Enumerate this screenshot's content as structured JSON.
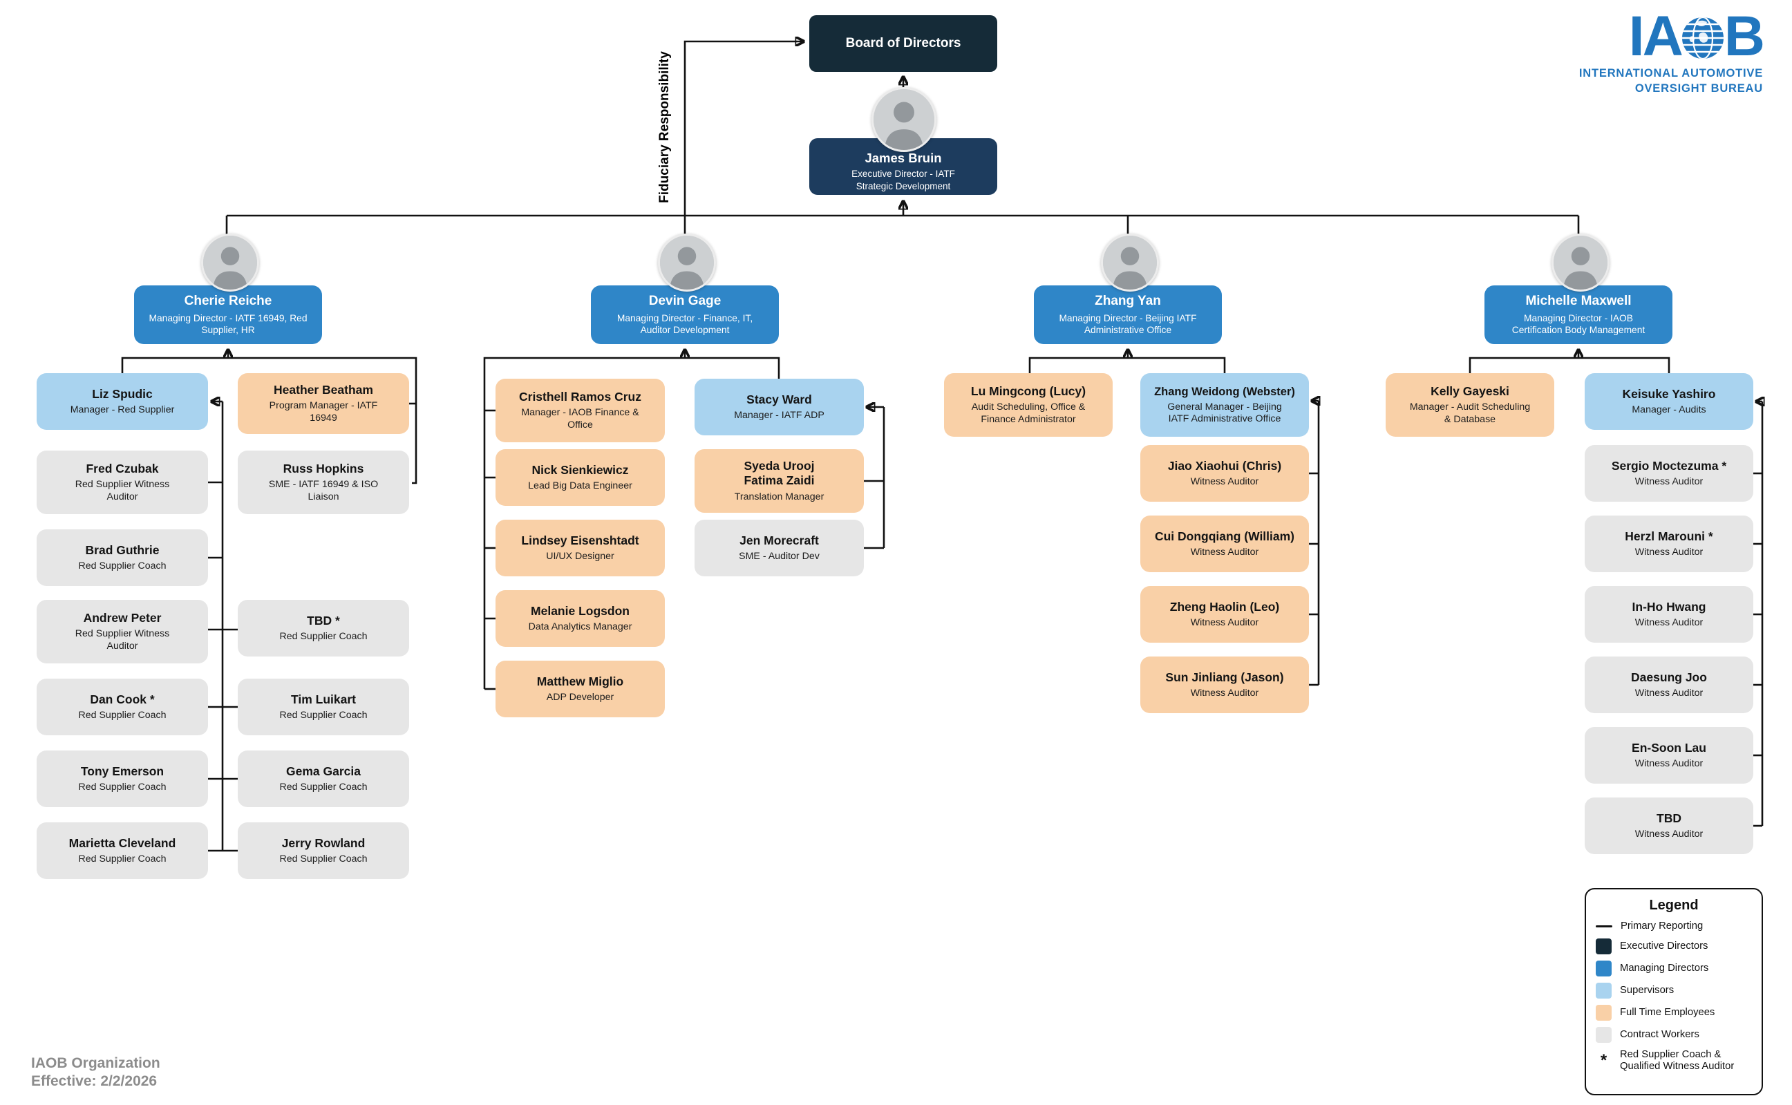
{
  "logo": {
    "part1": "IA",
    "part2": "B",
    "text": "IAOB",
    "sub1": "INTERNATIONAL AUTOMOTIVE",
    "sub2": "OVERSIGHT BUREAU",
    "color": "#2176BE"
  },
  "fiduciary_label": "Fiduciary Responsibility",
  "board": {
    "title": "Board of Directors"
  },
  "executive": {
    "name": "James Bruin",
    "title": "Executive Director - IATF Strategic Development"
  },
  "branches": [
    {
      "director": {
        "name": "Cherie Reiche",
        "title": "Managing Director - IATF 16949, Red Supplier, HR"
      },
      "children": [
        {
          "name": "Liz Spudic",
          "title": "Manager - Red Supplier",
          "type": "supervisor"
        },
        {
          "name": "Heather Beatham",
          "title": "Program Manager - IATF 16949",
          "type": "full_time"
        },
        {
          "name": "Fred Czubak",
          "title": "Red Supplier Witness Auditor",
          "type": "contract"
        },
        {
          "name": "Russ Hopkins",
          "title": "SME - IATF 16949 & ISO Liaison",
          "type": "contract"
        },
        {
          "name": "Brad Guthrie",
          "title": "Red Supplier Coach",
          "type": "contract"
        },
        {
          "name": "Andrew Peter",
          "title": "Red Supplier Witness Auditor",
          "type": "contract"
        },
        {
          "name": "TBD *",
          "title": "Red Supplier Coach",
          "type": "contract"
        },
        {
          "name": "Dan Cook *",
          "title": "Red Supplier Coach",
          "type": "contract"
        },
        {
          "name": "Tim Luikart",
          "title": "Red Supplier Coach",
          "type": "contract"
        },
        {
          "name": "Tony Emerson",
          "title": "Red Supplier Coach",
          "type": "contract"
        },
        {
          "name": "Gema Garcia",
          "title": "Red Supplier Coach",
          "type": "contract"
        },
        {
          "name": "Marietta Cleveland",
          "title": "Red Supplier Coach",
          "type": "contract"
        },
        {
          "name": "Jerry Rowland",
          "title": "Red Supplier Coach",
          "type": "contract"
        }
      ]
    },
    {
      "director": {
        "name": "Devin Gage",
        "title": "Managing Director - Finance, IT, Auditor Development"
      },
      "children": [
        {
          "name": "Cristhell Ramos Cruz",
          "title": "Manager - IAOB Finance & Office",
          "type": "full_time"
        },
        {
          "name": "Stacy Ward",
          "title": "Manager - IATF ADP",
          "type": "supervisor"
        },
        {
          "name": "Nick Sienkiewicz",
          "title": "Lead Big Data Engineer",
          "type": "full_time"
        },
        {
          "name": "Syeda Urooj Fatima Zaidi",
          "title": "Translation Manager",
          "type": "full_time"
        },
        {
          "name": "Lindsey Eisenshtadt",
          "title": "UI/UX Designer",
          "type": "full_time"
        },
        {
          "name": "Jen Morecraft",
          "title": "SME - Auditor Dev",
          "type": "contract"
        },
        {
          "name": "Melanie Logsdon",
          "title": "Data Analytics Manager",
          "type": "full_time"
        },
        {
          "name": "Matthew Miglio",
          "title": "ADP Developer",
          "type": "full_time"
        }
      ]
    },
    {
      "director": {
        "name": "Zhang Yan",
        "title": "Managing Director - Beijing IATF Administrative Office"
      },
      "children": [
        {
          "name": "Lu Mingcong (Lucy)",
          "title": "Audit Scheduling, Office & Finance Administrator",
          "type": "full_time"
        },
        {
          "name": "Zhang Weidong (Webster)",
          "title": "General Manager - Beijing IATF Administrative Office",
          "type": "supervisor"
        },
        {
          "name": "Jiao Xiaohui (Chris)",
          "title": "Witness Auditor",
          "type": "full_time"
        },
        {
          "name": "Cui Dongqiang (William)",
          "title": "Witness Auditor",
          "type": "full_time"
        },
        {
          "name": "Zheng Haolin (Leo)",
          "title": "Witness Auditor",
          "type": "full_time"
        },
        {
          "name": "Sun Jinliang (Jason)",
          "title": "Witness Auditor",
          "type": "full_time"
        }
      ]
    },
    {
      "director": {
        "name": "Michelle Maxwell",
        "title": "Managing Director - IAOB Certification Body Management"
      },
      "children": [
        {
          "name": "Kelly Gayeski",
          "title": "Manager - Audit Scheduling & Database",
          "type": "full_time"
        },
        {
          "name": "Keisuke Yashiro",
          "title": "Manager - Audits",
          "type": "supervisor"
        },
        {
          "name": "Sergio Moctezuma *",
          "title": "Witness Auditor",
          "type": "contract"
        },
        {
          "name": "Herzl Marouni *",
          "title": "Witness Auditor",
          "type": "contract"
        },
        {
          "name": "In-Ho Hwang",
          "title": "Witness Auditor",
          "type": "contract"
        },
        {
          "name": "Daesung Joo",
          "title": "Witness Auditor",
          "type": "contract"
        },
        {
          "name": "En-Soon Lau",
          "title": "Witness Auditor",
          "type": "contract"
        },
        {
          "name": "TBD",
          "title": "Witness Auditor",
          "type": "contract"
        }
      ]
    }
  ],
  "legend": {
    "title": "Legend",
    "items": [
      {
        "label": "Primary Reporting",
        "type": "line",
        "color": "#111111"
      },
      {
        "label": "Executive Directors",
        "type": "swatch",
        "color": "#152B38"
      },
      {
        "label": "Managing Directors",
        "type": "swatch",
        "color": "#2F86C8"
      },
      {
        "label": "Supervisors",
        "type": "swatch",
        "color": "#A9D3EF"
      },
      {
        "label": "Full Time Employees",
        "type": "swatch",
        "color": "#F9D0A7"
      },
      {
        "label": "Contract Workers",
        "type": "swatch",
        "color": "#E6E6E6"
      },
      {
        "label": "Red Supplier Coach & Qualified Witness Auditor",
        "type": "asterisk",
        "symbol": "*"
      }
    ]
  },
  "footer": {
    "line1": "IAOB Organization",
    "line2": "Effective: 2/2/2026"
  }
}
